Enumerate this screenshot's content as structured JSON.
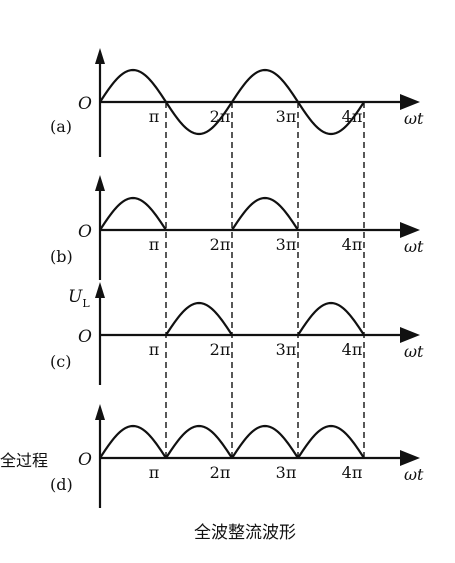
{
  "caption": "全波整流波形",
  "panels": [
    {
      "id": "a",
      "label": "(a)",
      "origin_label": "O",
      "axis_label": "ωt",
      "y_label": "",
      "side_label": "",
      "ticks": [
        "π",
        "2π",
        "3π",
        "4π"
      ],
      "wave": "full-sine",
      "half_cycles": [
        1,
        -1,
        1,
        -1
      ]
    },
    {
      "id": "b",
      "label": "(b)",
      "origin_label": "O",
      "axis_label": "ωt",
      "y_label": "",
      "side_label": "",
      "ticks": [
        "π",
        "2π",
        "3π",
        "4π"
      ],
      "wave": "half-wave-positive",
      "half_cycles": [
        1,
        0,
        1,
        0
      ]
    },
    {
      "id": "c",
      "label": "(c)",
      "origin_label": "O",
      "axis_label": "ωt",
      "y_label": "U",
      "y_label_sub": "L",
      "side_label": "",
      "ticks": [
        "π",
        "2π",
        "3π",
        "4π"
      ],
      "wave": "half-wave-negative-rectified",
      "half_cycles": [
        0,
        1,
        0,
        1
      ]
    },
    {
      "id": "d",
      "label": "(d)",
      "origin_label": "O",
      "axis_label": "ωt",
      "y_label": "",
      "side_label": "全过程",
      "ticks": [
        "π",
        "2π",
        "3π",
        "4π"
      ],
      "wave": "full-wave-rectified",
      "half_cycles": [
        1,
        1,
        1,
        1
      ]
    }
  ],
  "colors": {
    "ink": "#111111",
    "background": "#ffffff"
  }
}
